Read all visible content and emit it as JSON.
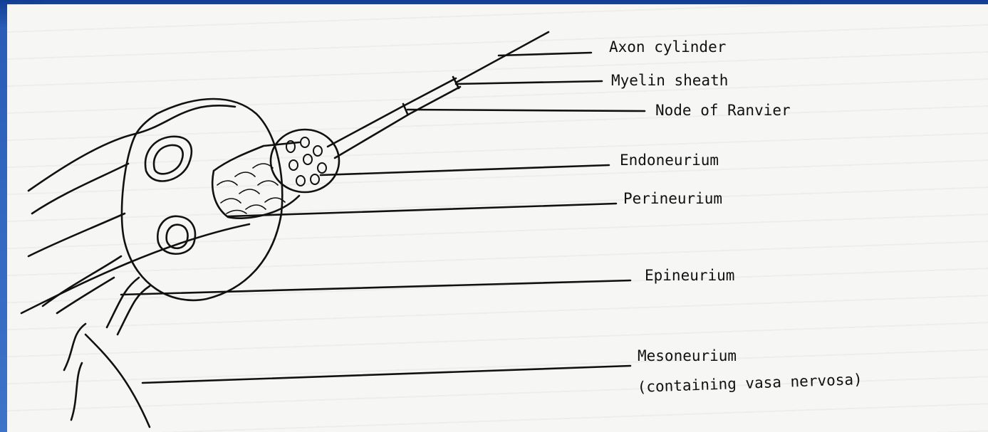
{
  "diagram": {
    "labels": {
      "axon_cylinder": "Axon cylinder",
      "myelin_sheath": "Myelin sheath",
      "node_of_ranvier": "Node of Ranvier",
      "endoneurium": "Endoneurium",
      "perineurium": "Perineurium",
      "epineurium": "Epineurium",
      "mesoneurium_line1": "Mesoneurium",
      "mesoneurium_line2": "(containing vasa nervosa)"
    }
  },
  "colors": {
    "frame": "#2a5cb8",
    "paper": "#f6f6f4",
    "ink": "#111111"
  }
}
